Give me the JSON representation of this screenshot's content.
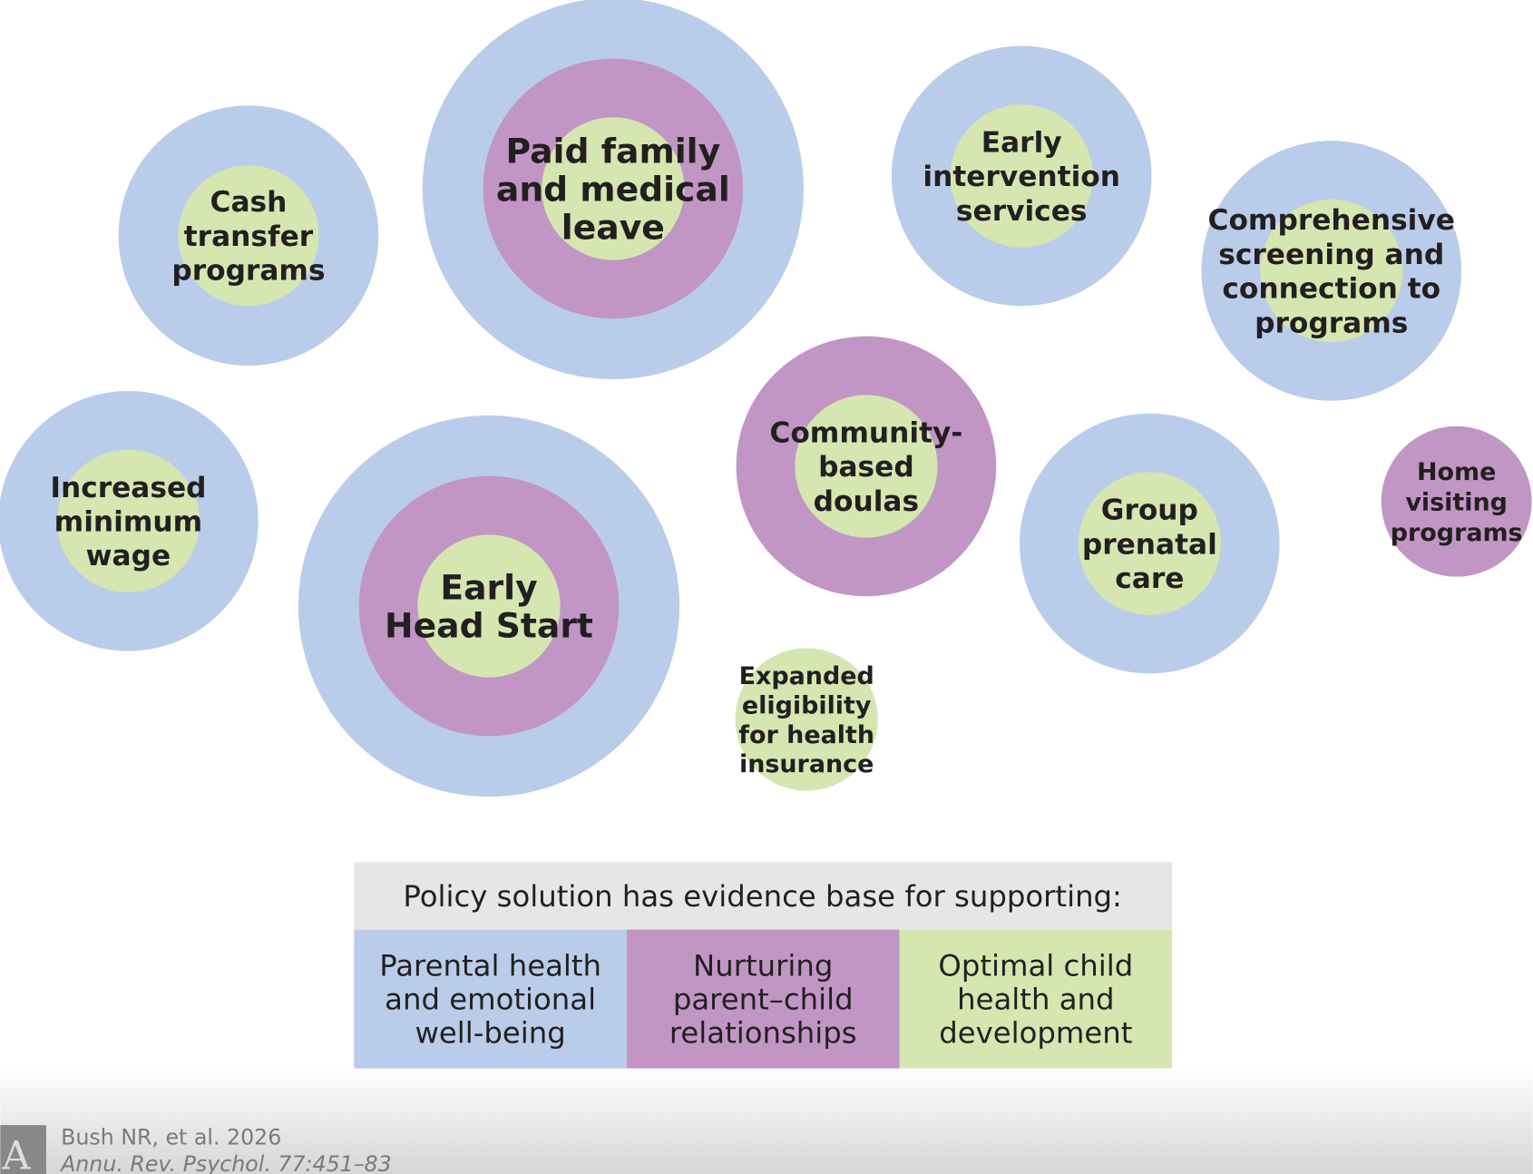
{
  "colors": {
    "parental": "#b9cdea",
    "relationships": "#c196c4",
    "child": "#d5e6b0",
    "legend_header": "#e6e6e6"
  },
  "policies": [
    {
      "lines": [
        "Cash",
        "transfer",
        "programs"
      ],
      "supports": [
        "parental",
        "child"
      ]
    },
    {
      "lines": [
        "Paid family",
        "and medical",
        "leave"
      ],
      "supports": [
        "parental",
        "relationships",
        "child"
      ]
    },
    {
      "lines": [
        "Early",
        "intervention",
        "services"
      ],
      "supports": [
        "parental",
        "child"
      ]
    },
    {
      "lines": [
        "Comprehensive",
        "screening and",
        "connection to",
        "programs"
      ],
      "supports": [
        "parental",
        "child"
      ]
    },
    {
      "lines": [
        "Increased",
        "minimum",
        "wage"
      ],
      "supports": [
        "parental",
        "child"
      ]
    },
    {
      "lines": [
        "Early",
        "Head Start"
      ],
      "supports": [
        "parental",
        "relationships",
        "child"
      ]
    },
    {
      "lines": [
        "Community-",
        "based",
        "doulas"
      ],
      "supports": [
        "relationships",
        "child"
      ]
    },
    {
      "lines": [
        "Group",
        "prenatal",
        "care"
      ],
      "supports": [
        "parental",
        "child"
      ]
    },
    {
      "lines": [
        "Home",
        "visiting",
        "programs"
      ],
      "supports": [
        "relationships"
      ]
    },
    {
      "lines": [
        "Expanded",
        "eligibility",
        "for health",
        "insurance"
      ],
      "supports": [
        "child"
      ]
    }
  ],
  "legend": {
    "header": "Policy solution has evidence base for supporting:",
    "items": [
      {
        "key": "parental",
        "lines": [
          "Parental health",
          "and emotional",
          "well-being"
        ]
      },
      {
        "key": "relationships",
        "lines": [
          "Nurturing",
          "parent–child",
          "relationships"
        ]
      },
      {
        "key": "child",
        "lines": [
          "Optimal child",
          "health and",
          "development"
        ]
      }
    ]
  },
  "footer": {
    "logo": "AR",
    "citation": "Bush NR, et al. 2026",
    "journal": "Annu. Rev. Psychol. 77:451–83"
  }
}
